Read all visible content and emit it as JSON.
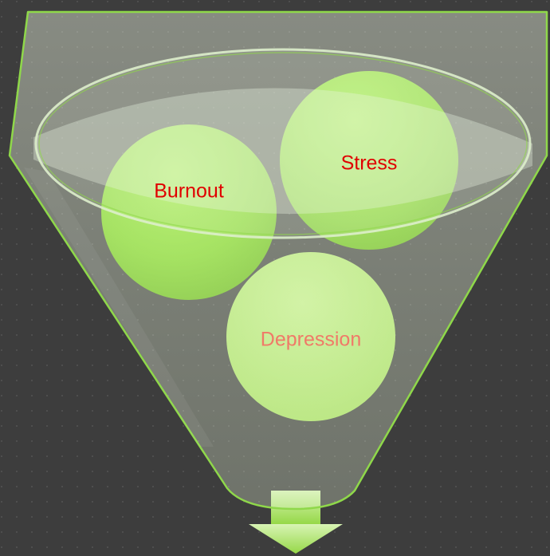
{
  "diagram": {
    "type": "funnel",
    "items": [
      {
        "label": "Burnout",
        "color": "#e00000"
      },
      {
        "label": "Stress",
        "color": "#e00000"
      },
      {
        "label": "Depression",
        "color": "#f07a68"
      }
    ],
    "colors": {
      "background": "#3d3d3d",
      "ball_green": "#7fd81e",
      "ball_light_green": "#b5eb70",
      "funnel_fill": "#e9f5dc",
      "funnel_outline": "#8fd84a",
      "arrow": "#a8e05c"
    }
  }
}
